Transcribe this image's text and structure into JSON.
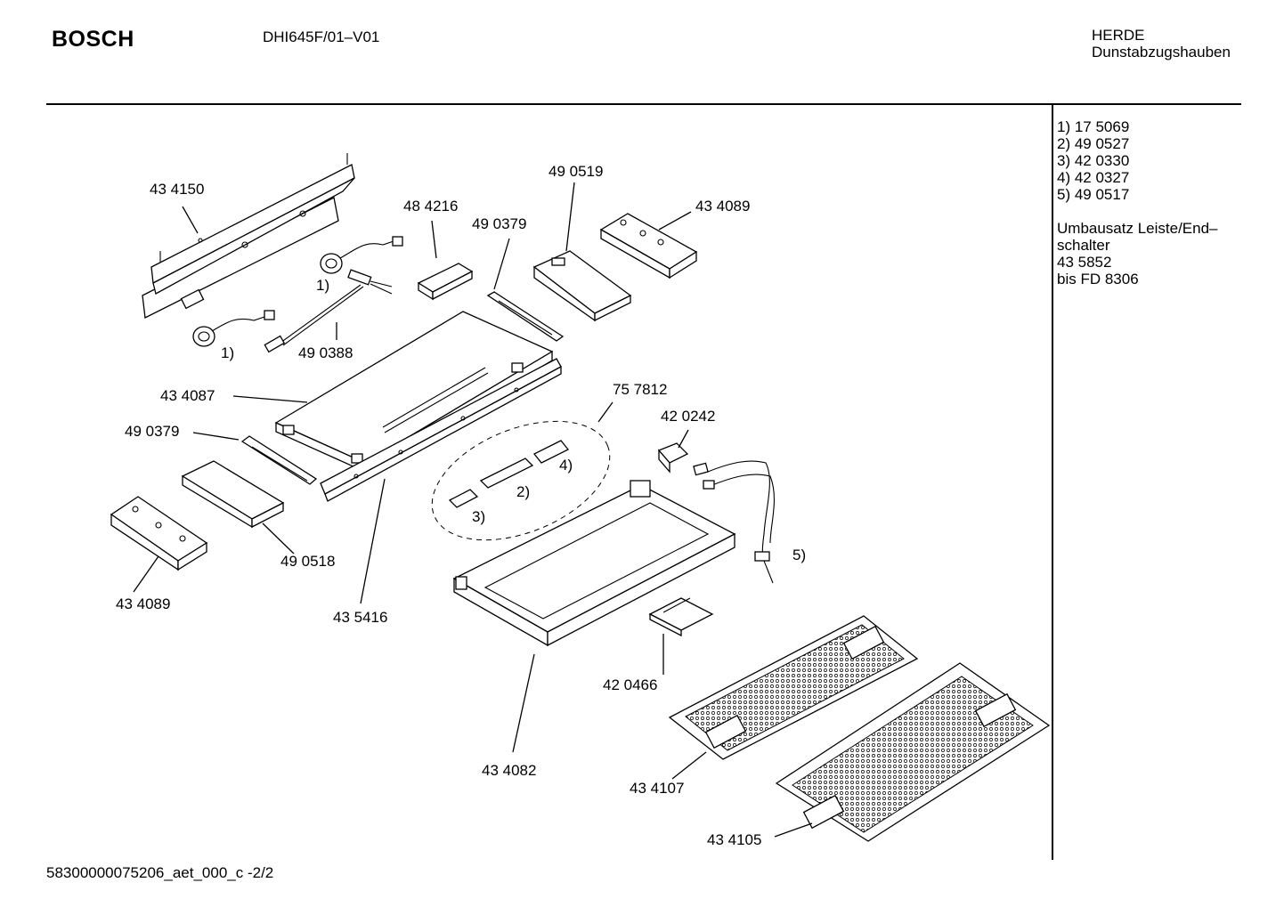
{
  "header": {
    "brand": "BOSCH",
    "model": "DHI645F/01–V01",
    "category_line1": "HERDE",
    "category_line2": "Dunstabzugshauben"
  },
  "notes": {
    "items": [
      "1)  17 5069",
      "2)  49 0527",
      "3)  42 0330",
      "4)  42 0327",
      "5)  49 0517"
    ],
    "kit_lines": [
      "Umbausatz Leiste/End–",
      "schalter",
      "43 5852",
      "bis FD 8306"
    ]
  },
  "parts": {
    "p434150": "43 4150",
    "p484216": "48 4216",
    "p490379a": "49 0379",
    "p490519": "49 0519",
    "p434089a": "43 4089",
    "n1a": "1)",
    "n1b": "1)",
    "p490388": "49 0388",
    "p434087": "43 4087",
    "p490379b": "49 0379",
    "p757812": "75 7812",
    "p420242": "42 0242",
    "n4": "4)",
    "n2": "2)",
    "n3": "3)",
    "n5": "5)",
    "p490518": "49 0518",
    "p434089b": "43 4089",
    "p435416": "43 5416",
    "p420466": "42 0466",
    "p434082": "43 4082",
    "p434107": "43 4107",
    "p434105": "43 4105"
  },
  "footer": {
    "doc_id": "58300000075206_aet_000_c   -2/2"
  }
}
